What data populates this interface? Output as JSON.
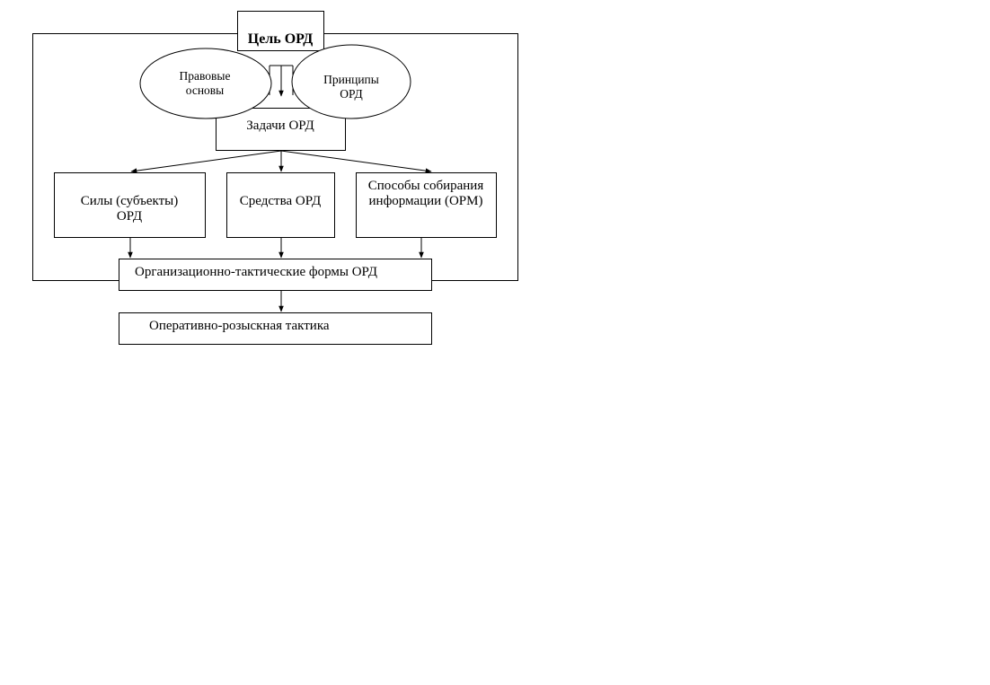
{
  "diagram": {
    "goal": "Цель ОРД",
    "legal_basis": "Правовые\nосновы",
    "principles": "Принципы\nОРД",
    "tasks": "Задачи ОРД",
    "forces": "Силы (субъекты)\nОРД",
    "means": "Средства ОРД",
    "methods": "Способы собирания\nинформации (ОРМ)",
    "org_tactical_forms": "Организационно-тактические формы ОРД",
    "ord_tactics": "Оперативно-розыскная тактика"
  },
  "colors": {
    "stroke": "#000000",
    "background": "#ffffff"
  }
}
